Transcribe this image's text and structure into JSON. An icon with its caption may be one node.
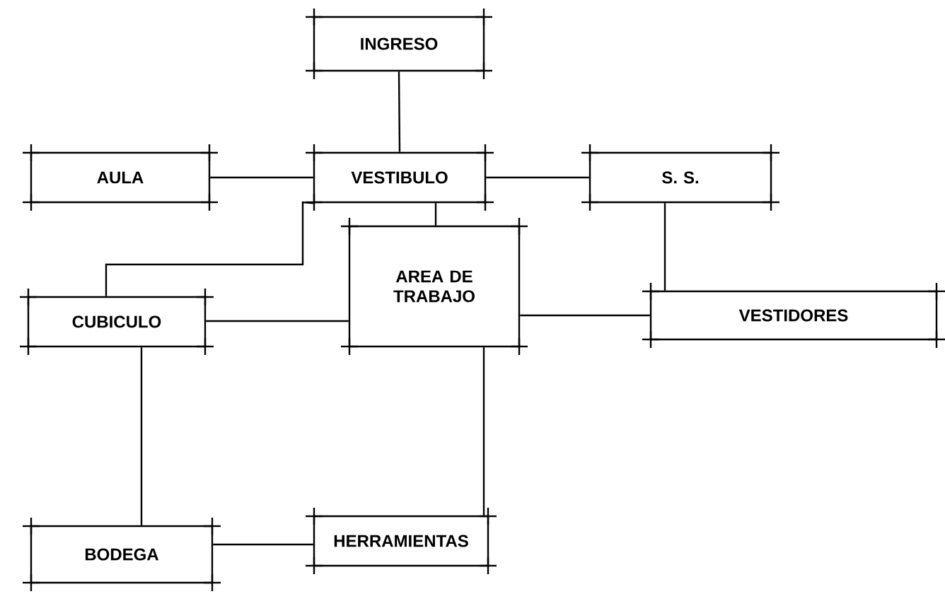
{
  "diagram": {
    "nodes": [
      {
        "text": [
          "INGRESO"
        ]
      },
      {
        "text": [
          "AULA"
        ]
      },
      {
        "text": [
          "VESTIBULO"
        ]
      },
      {
        "text": [
          "S. S."
        ]
      },
      {
        "text": [
          "AREA DE TRABAJO"
        ]
      },
      {
        "text": [
          "CUBICULO"
        ]
      },
      {
        "text": [
          "VESTIDORES"
        ]
      },
      {
        "text": [
          "BODEGA"
        ]
      },
      {
        "text": [
          "HERRAMIENTAS"
        ]
      }
    ],
    "edges": [
      {
        "from": 0,
        "to": 2,
        "arrow": "none"
      },
      {
        "from": 1,
        "to": 2,
        "arrow": "none"
      },
      {
        "from": 2,
        "to": 3,
        "arrow": "none"
      },
      {
        "from": 2,
        "to": 4,
        "arrow": "none"
      },
      {
        "from": 2,
        "to": 5,
        "arrow": "none"
      },
      {
        "from": 3,
        "to": 6,
        "arrow": "none"
      },
      {
        "from": 5,
        "to": 4,
        "arrow": "none"
      },
      {
        "from": 4,
        "to": 6,
        "arrow": "none"
      },
      {
        "from": 5,
        "to": 7,
        "arrow": "none"
      },
      {
        "from": 4,
        "to": 8,
        "arrow": "none"
      },
      {
        "from": 7,
        "to": 8,
        "arrow": "none"
      }
    ]
  }
}
